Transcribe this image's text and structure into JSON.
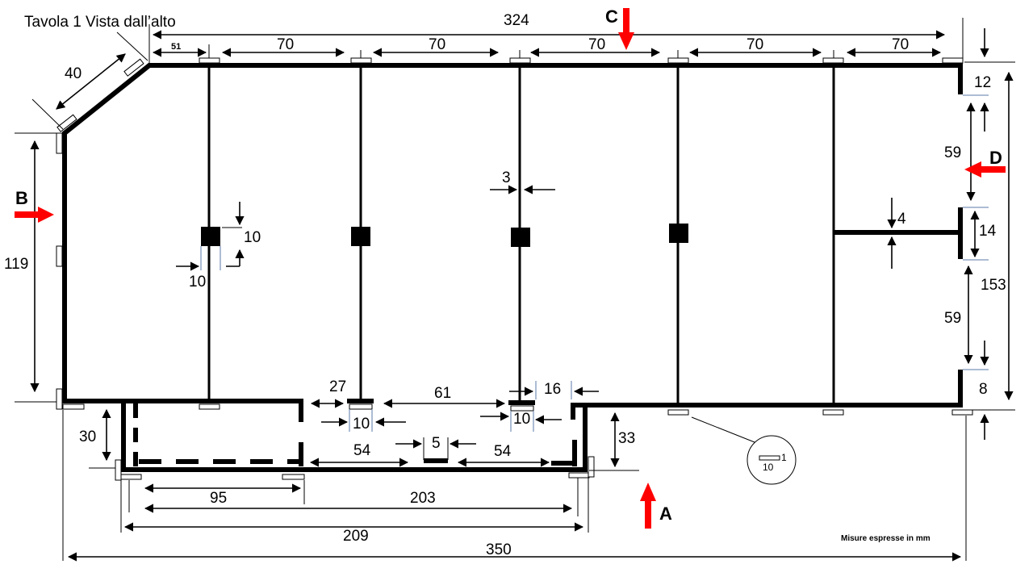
{
  "title": "Tavola 1 Vista dall’alto",
  "units_note": "Misure espresse in mm",
  "views": {
    "a": "A",
    "b": "B",
    "c": "C",
    "d": "D"
  },
  "dimensions": {
    "total_top": "324",
    "first_span": "51",
    "spans": [
      "70",
      "70",
      "70",
      "70",
      "70"
    ],
    "diagonal": "40",
    "left_height": "119",
    "right_top": "12",
    "right_upper_gap": "59",
    "right_middle": "14",
    "right_lower_gap": "59",
    "right_bottom": "8",
    "right_total": "153",
    "bar_thickness": "4",
    "rail_thickness": "3",
    "post_size_v": "10",
    "post_size_h": "10",
    "gap_27": "27",
    "gap_61": "61",
    "gap_16": "16",
    "foot_10_a": "10",
    "foot_10_b": "10",
    "box_depth_left": "30",
    "box_depth_right": "33",
    "inner_54_left": "54",
    "inner_5": "5",
    "inner_54_right": "54",
    "bottom_95": "95",
    "bottom_203": "203",
    "bottom_209": "209",
    "bottom_350": "350"
  },
  "detail": {
    "width": "10",
    "height": "1"
  },
  "colors": {
    "view_arrow": "#ff0000"
  }
}
